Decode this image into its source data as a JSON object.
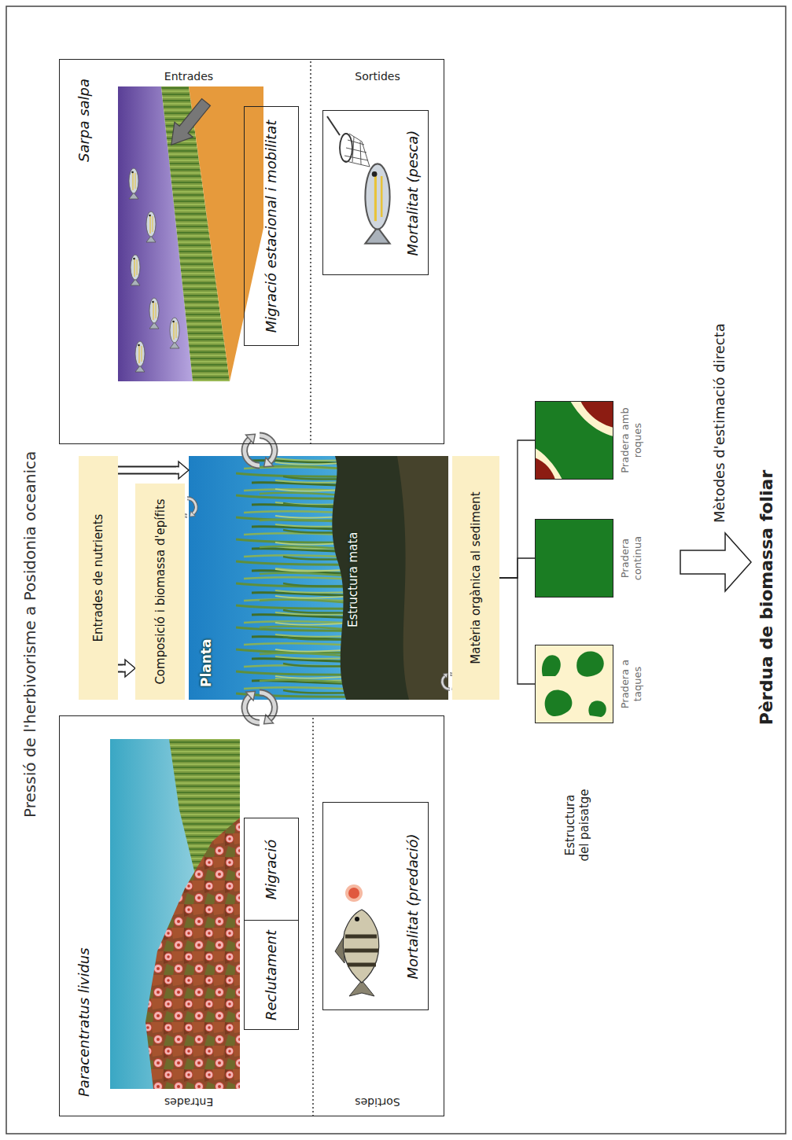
{
  "diagram": {
    "title": "Pressió de l'herbivorisme a Posidonia oceanica",
    "nodes": [
      {
        "text": [
          "Paracentratus lividus"
        ]
      },
      {
        "text": [
          "Reclutament"
        ],
        "in": 0
      },
      {
        "text": [
          "Migració"
        ],
        "in": 0
      },
      {
        "text": [
          "Mortalitat (predació)"
        ],
        "in": 0
      },
      {
        "text": [
          "Entrades de nutrients"
        ]
      },
      {
        "text": [
          "Composició i biomassa d'epífits"
        ]
      },
      {
        "text": [
          "Planta",
          "Estructura mata"
        ]
      },
      {
        "text": [
          "Matèria orgànica al sediment"
        ]
      },
      {
        "text": [
          "Sarpa salpa"
        ]
      },
      {
        "text": [
          "Migració estacional i mobilitat"
        ],
        "in": 8
      },
      {
        "text": [
          "Mortalitat (pesca)"
        ],
        "in": 8
      },
      {
        "text": [
          "Pradera a taques"
        ]
      },
      {
        "text": [
          "Pradera continua"
        ]
      },
      {
        "text": [
          "Pradera amb roques"
        ]
      }
    ],
    "edges": [
      {
        "from": 4,
        "to": 6,
        "arrow": "to"
      },
      {
        "from": 4,
        "to": 5,
        "arrow": "to"
      },
      {
        "from": 7,
        "to": 11,
        "arrow": "none"
      },
      {
        "from": 7,
        "to": 12,
        "arrow": "none"
      },
      {
        "from": 7,
        "to": 13,
        "arrow": "none"
      }
    ],
    "labels": [
      "Entrades",
      "Sortides",
      "Entrades",
      "Sortides",
      "Estructura del paisatge",
      "Mètodes d'estimació directa",
      "Pèrdua de biomassa foliar"
    ]
  }
}
